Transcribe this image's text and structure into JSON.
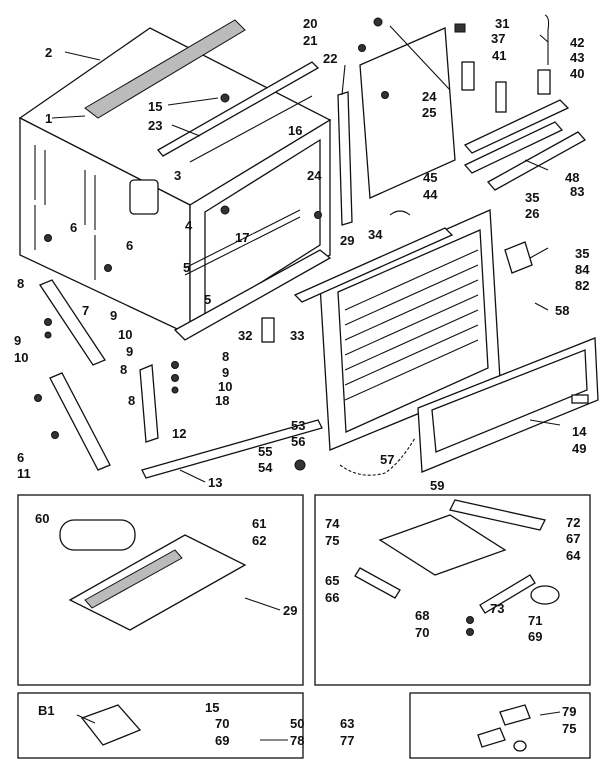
{
  "callouts": {
    "c2": "2",
    "c1": "1",
    "c15a": "15",
    "c23": "23",
    "c16": "16",
    "c3": "3",
    "c6a": "6",
    "c6b": "6",
    "c4": "4",
    "c17": "17",
    "c5a": "5",
    "c5b": "5",
    "c20": "20",
    "c21": "21",
    "c22": "22",
    "c24a": "24",
    "c24b": "24",
    "c25": "25",
    "c29a": "29",
    "c31": "31",
    "c37": "37",
    "c41": "41",
    "c42": "42",
    "c43": "43",
    "c40": "40",
    "c45": "45",
    "c44": "44",
    "c48": "48",
    "c35a": "35",
    "c83": "83",
    "c26": "26",
    "c34": "34",
    "c35b": "35",
    "c84": "84",
    "c82": "82",
    "c58": "58",
    "c8a": "8",
    "c7": "7",
    "c9a": "9",
    "c10a": "10",
    "c9b": "9",
    "c10b": "10",
    "c8b": "8",
    "c32": "32",
    "c33": "33",
    "c8c": "8",
    "c9c": "9",
    "c10c": "10",
    "c18": "18",
    "c8d": "8",
    "c9d": "9",
    "c12": "12",
    "c6c": "6",
    "c11": "11",
    "c13": "13",
    "c53": "53",
    "c56": "56",
    "c55": "55",
    "c54": "54",
    "c57": "57",
    "c59": "59",
    "c14": "14",
    "c49": "49",
    "c60": "60",
    "c61": "61",
    "c62": "62",
    "c29b": "29",
    "c74": "74",
    "c75a": "75",
    "c72": "72",
    "c67": "67",
    "c64": "64",
    "c65": "65",
    "c66": "66",
    "c73": "73",
    "c68": "68",
    "c70a": "70",
    "c71": "71",
    "c69a": "69",
    "cB1": "B1",
    "c15b": "15",
    "c70b": "70",
    "c69b": "69",
    "c50": "50",
    "c78": "78",
    "c63": "63",
    "c77": "77",
    "c79": "79",
    "c75b": "75"
  }
}
